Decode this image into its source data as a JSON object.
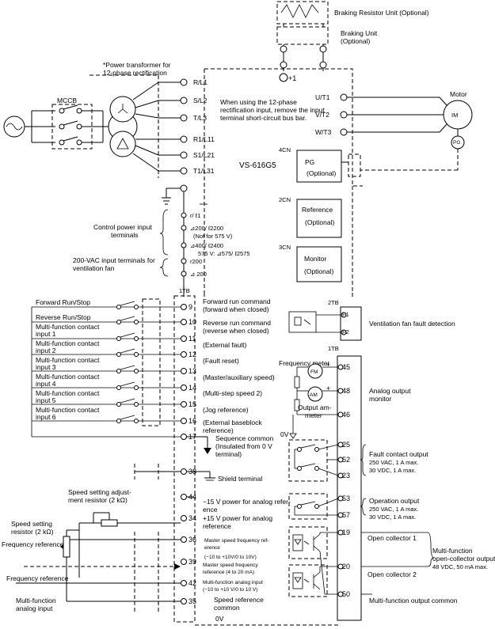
{
  "top": {
    "braking_resistor": "Braking Resistor Unit (Optional)",
    "braking_unit_1": "Braking Unit",
    "braking_unit_2": "(Optional)",
    "plus1": "+1",
    "power_tx_1": "*Power transformer for",
    "power_tx_2": "12-phase rectification",
    "twelve_phase_1": "When using the 12-phase",
    "twelve_phase_2": "rectification input, remove the input",
    "twelve_phase_3": "terminal short-circuit bus bar.",
    "mccb": "MCCB",
    "model": "VS-616G5"
  },
  "main_terminals": [
    "R/L1",
    "S/L2",
    "T/L3",
    "R1/L11",
    "S1/L21",
    "T1/L31"
  ],
  "output_terminals": [
    "U/T1",
    "V/T2",
    "W/T3"
  ],
  "motor": {
    "label": "Motor",
    "im": "IM",
    "pg": "PG"
  },
  "cards": [
    {
      "cn": "4CN",
      "title": "PG",
      "sub": "(Optional)"
    },
    {
      "cn": "2CN",
      "title": "Reference",
      "sub": "(Optional)"
    },
    {
      "cn": "3CN",
      "title": "Monitor",
      "sub": "(Optional)"
    }
  ],
  "control_power": {
    "label_1": "Control power input",
    "label_2": "terminals",
    "t1": "r/ ℓ1",
    "t2": "⊿200/ ℓ2200",
    "t2b": "(Not for 575 V)",
    "t3": "⊿400/ ℓ2400",
    "t3b": "575 V:   ⊿575/ ℓ2575",
    "vent_1": "200-VAC input terminals for",
    "vent_2": "ventilation fan",
    "t4": "r200",
    "t5": "⊿ 200"
  },
  "tb1_label": "1TB",
  "tb2_label": "2TB",
  "tb1b_label": "1TB",
  "inputs_left": [
    "Forward Run/Stop",
    "Reverse Run/Stop",
    "Multi-function contact",
    "input 1",
    "Multi-function contact",
    "input 2",
    "Multi-function contact",
    "input 3",
    "Multi-function contact",
    "input 4",
    "Multi-function contact",
    "input 5",
    "Multi-function contact",
    "input 6"
  ],
  "terminals": [
    {
      "n": "9",
      "d1": "Forward run command",
      "d2": "(forward when closed)"
    },
    {
      "n": "10",
      "d1": "Reverse run command",
      "d2": "(reverse when closed)"
    },
    {
      "n": "11",
      "d1": "(External fault)",
      "d2": ""
    },
    {
      "n": "12",
      "d1": "(Fault reset)",
      "d2": ""
    },
    {
      "n": "13",
      "d1": "(Master/auxiliary speed)",
      "d2": ""
    },
    {
      "n": "14",
      "d1": "(Multi-step speed 2)",
      "d2": ""
    },
    {
      "n": "15",
      "d1": "(Jog reference)",
      "d2": ""
    },
    {
      "n": "16",
      "d1": "(External baseblock",
      "d2": "reference)"
    },
    {
      "n": "17",
      "d1": "Sequence common",
      "d2": "(Insulated from 0 V"
    },
    {
      "n": "38",
      "d1": "Shield terminal",
      "d2": ""
    },
    {
      "n": "44",
      "d1": "−15 V power for analog refer-",
      "d2": "ence"
    },
    {
      "n": "34",
      "d1": "+15 V power for analog",
      "d2": "reference"
    },
    {
      "n": "36",
      "d1": "Master speed frequency ref-",
      "d2": "erence"
    },
    {
      "n": "39",
      "d1": "Master speed frequency",
      "d2": "reference (4 to 20 mA)"
    },
    {
      "n": "42",
      "d1": "Multi-function analog input",
      "d2": "(−10 to +10 V/0 to 10 V)"
    },
    {
      "n": "35",
      "d1": "Speed reference",
      "d2": "common"
    }
  ],
  "seq_terminal": "terminal)",
  "range_36": "(−10 to +10V/0 to 10V)",
  "zero_v": "0V",
  "zero_v_left": "0V",
  "speed_adj_1": "Speed setting adjust-",
  "speed_adj_2": "ment resistor (2 kΩ)",
  "speed_res_1": "Speed setting",
  "speed_res_2": "resistor (2 kΩ)",
  "freq_ref_1": "Frequency reference",
  "freq_ref_2": "Frequency reference",
  "mf_analog_1": "Multi-function",
  "mf_analog_2": "analog input",
  "fan_fault": "Ventilation fan fault detection",
  "f1": "F1",
  "f2": "F2",
  "freq_meter": "Frequency meter",
  "fm": "FM",
  "am": "AM",
  "output_ammeter_1": "Output am-",
  "output_ammeter_2": "meter",
  "analog_output_1": "Analog output",
  "analog_output_2": "monitor",
  "right_terms": [
    "45",
    "48",
    "46",
    "25",
    "52",
    "23",
    "53",
    "57",
    "19",
    "20",
    "50"
  ],
  "fault_out": [
    "Fault contact output",
    "250 VAC, 1 A max.",
    "30 VDC, 1 A max."
  ],
  "op_out": [
    "Operation output",
    "250 VAC, 1 A max.",
    "30 VDC, 1 A max."
  ],
  "oc1": "Open collector 1",
  "oc2": "Open collector 2",
  "mf_oc": [
    "Multi-function",
    "open-collector output",
    "48 VDC, 50 mA max."
  ],
  "mf_common": "Multi-function output common"
}
